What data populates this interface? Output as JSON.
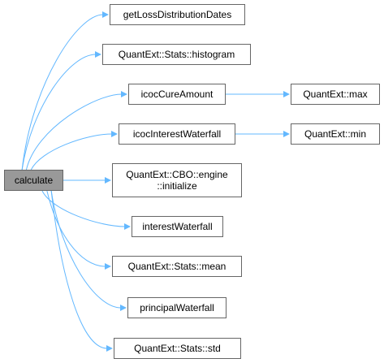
{
  "graph": {
    "root": "calculate",
    "nodes": {
      "calculate": "calculate",
      "getLossDistributionDates": "getLossDistributionDates",
      "histogram": "QuantExt::Stats::histogram",
      "icocCureAmount": "icocCureAmount",
      "icocInterestWaterfall": "icocInterestWaterfall",
      "engine_initialize": "QuantExt::CBO::engine\n::initialize",
      "interestWaterfall": "interestWaterfall",
      "mean": "QuantExt::Stats::mean",
      "principalWaterfall": "principalWaterfall",
      "std": "QuantExt::Stats::std",
      "max": "QuantExt::max",
      "min": "QuantExt::min"
    },
    "edges": [
      [
        "calculate",
        "getLossDistributionDates"
      ],
      [
        "calculate",
        "histogram"
      ],
      [
        "calculate",
        "icocCureAmount"
      ],
      [
        "calculate",
        "icocInterestWaterfall"
      ],
      [
        "calculate",
        "engine_initialize"
      ],
      [
        "calculate",
        "interestWaterfall"
      ],
      [
        "calculate",
        "mean"
      ],
      [
        "calculate",
        "principalWaterfall"
      ],
      [
        "calculate",
        "std"
      ],
      [
        "icocCureAmount",
        "max"
      ],
      [
        "icocInterestWaterfall",
        "min"
      ]
    ],
    "colors": {
      "edge": "#63b8ff",
      "node_border": "#666666",
      "root_fill": "#999999",
      "node_fill": "#ffffff"
    }
  }
}
